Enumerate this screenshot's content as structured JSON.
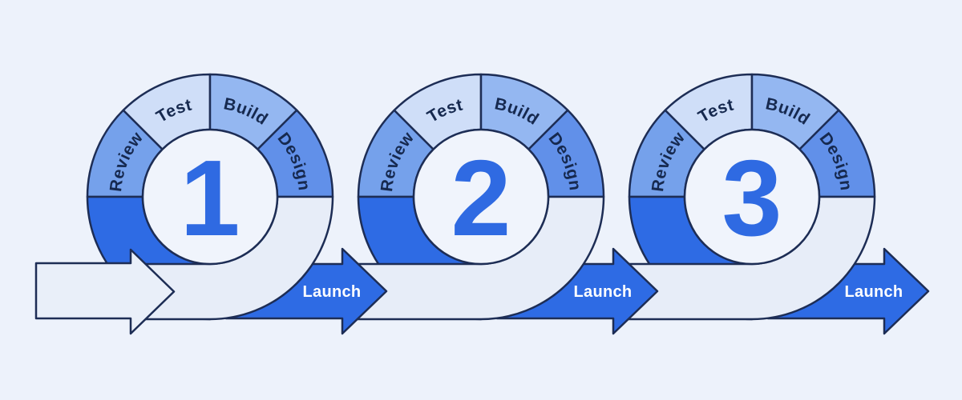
{
  "diagram": {
    "title": "iterative-launch-cycles",
    "colors": {
      "background": "#edf2fb",
      "outline": "#1d2d55",
      "accent_blue": "#2e6be4",
      "band_light": "#e7edf8",
      "inner_circle": "#f0f4fc",
      "entry_arrow_fill": "#e9eff9",
      "segment_label_text": "#16294f",
      "launch_text": "#ffffff",
      "number_text": "#2f6ae2",
      "segment_review": "#75a1eb",
      "segment_test": "#cfdef8",
      "segment_build": "#94b7f1",
      "segment_design": "#6190e9"
    },
    "segments": [
      {
        "label": "Review"
      },
      {
        "label": "Test"
      },
      {
        "label": "Build"
      },
      {
        "label": "Design"
      }
    ],
    "cycles": [
      {
        "number": "1",
        "launch_label": "Launch"
      },
      {
        "number": "2",
        "launch_label": "Launch"
      },
      {
        "number": "3",
        "launch_label": "Launch"
      }
    ]
  }
}
